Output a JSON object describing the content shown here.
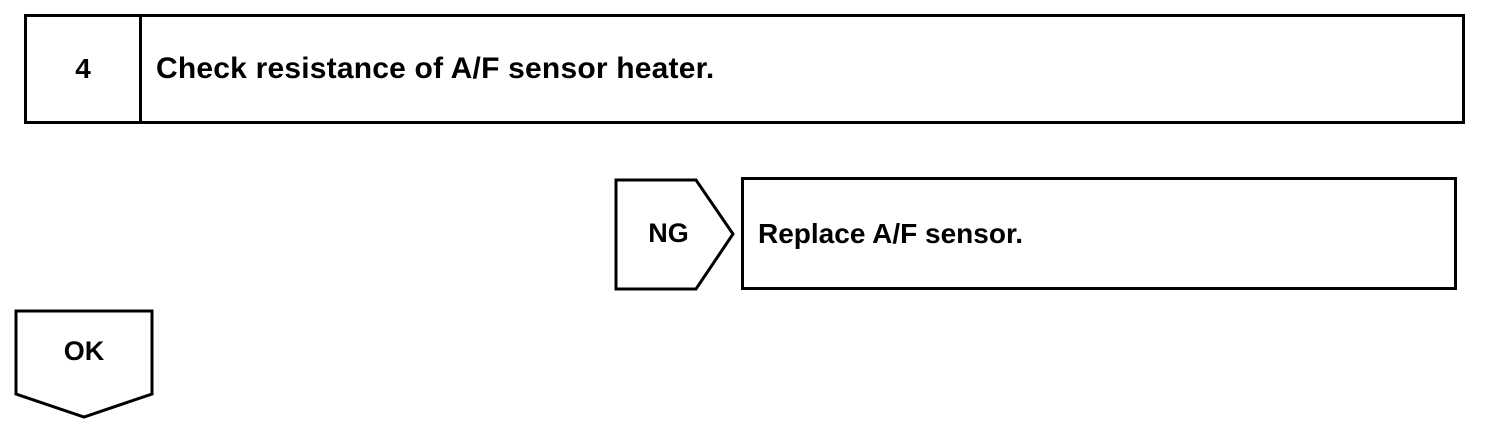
{
  "step": {
    "number": "4",
    "title": "Check resistance of A/F sensor heater."
  },
  "branch_ng": {
    "label": "NG",
    "action": "Replace A/F sensor."
  },
  "branch_ok": {
    "label": "OK"
  },
  "colors": {
    "line": "#000000",
    "background": "#ffffff"
  }
}
